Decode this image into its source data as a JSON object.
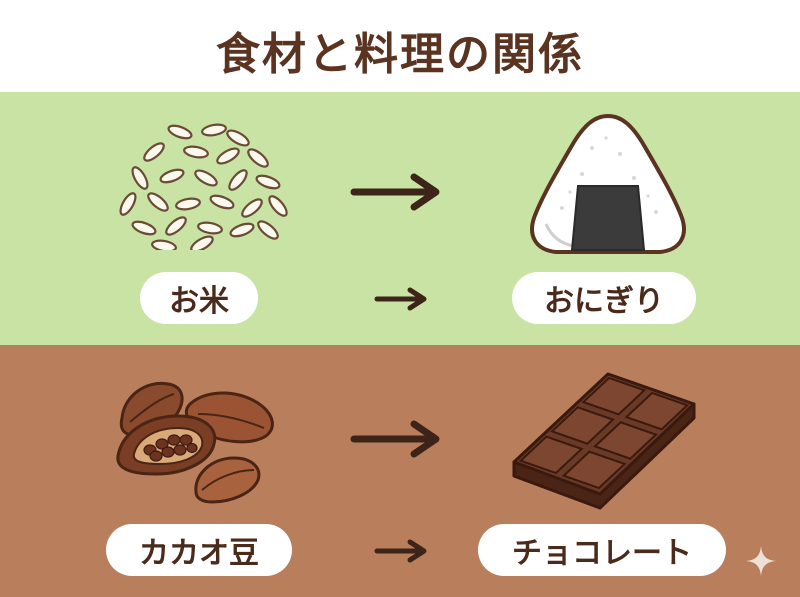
{
  "title": "食材と料理の関係",
  "rows": [
    {
      "ingredient": "お米",
      "dish": "おにぎり"
    },
    {
      "ingredient": "カカオ豆",
      "dish": "チョコレート"
    }
  ],
  "icons": {
    "rice": "rice-grains-icon",
    "onigiri": "onigiri-icon",
    "cacao": "cacao-beans-icon",
    "chocolate": "chocolate-bar-icon",
    "arrow": "arrow-right-icon",
    "sparkle": "sparkle-icon"
  },
  "colors": {
    "top_band": "#c9e3a5",
    "bottom_band": "#b97e5c",
    "text": "#4a2a1a",
    "outline": "#5a3421",
    "chocolate": "#6b3a26",
    "cacao": "#8a4a2e"
  }
}
